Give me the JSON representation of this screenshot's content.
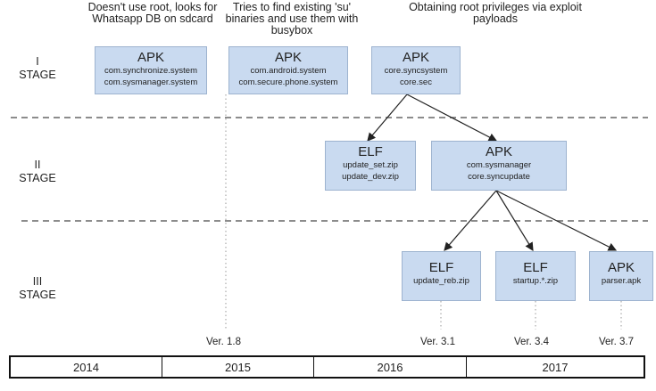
{
  "notes": [
    "Doesn't use root, looks for Whatsapp DB on sdcard",
    "Tries to find existing 'su' binaries and use them with busybox",
    "Obtaining root privileges via exploit payloads"
  ],
  "stages": [
    {
      "num": "I",
      "label": "STAGE"
    },
    {
      "num": "II",
      "label": "STAGE"
    },
    {
      "num": "III",
      "label": "STAGE"
    }
  ],
  "boxes": {
    "apk1": {
      "title": "APK",
      "lines": [
        "com.synchronize.system",
        "com.sysmanager.system"
      ]
    },
    "apk2": {
      "title": "APK",
      "lines": [
        "com.android.system",
        "com.secure.phone.system"
      ]
    },
    "apk3": {
      "title": "APK",
      "lines": [
        "core.syncsystem",
        "core.sec"
      ]
    },
    "elf1": {
      "title": "ELF",
      "lines": [
        "update_set.zip",
        "update_dev.zip"
      ]
    },
    "apk4": {
      "title": "APK",
      "lines": [
        "com.sysmanager",
        "core.syncupdate"
      ]
    },
    "elf2": {
      "title": "ELF",
      "lines": [
        "update_reb.zip"
      ]
    },
    "elf3": {
      "title": "ELF",
      "lines": [
        "startup.*.zip"
      ]
    },
    "apk5": {
      "title": "APK",
      "lines": [
        "parser.apk"
      ]
    }
  },
  "versions": [
    "Ver. 1.8",
    "Ver. 3.1",
    "Ver. 3.4",
    "Ver. 3.7"
  ],
  "years": [
    "2014",
    "2015",
    "2016",
    "2017"
  ],
  "colors": {
    "box_fill": "#c9daf0",
    "box_border": "#9db3cf",
    "dashed_line": "#666666"
  }
}
